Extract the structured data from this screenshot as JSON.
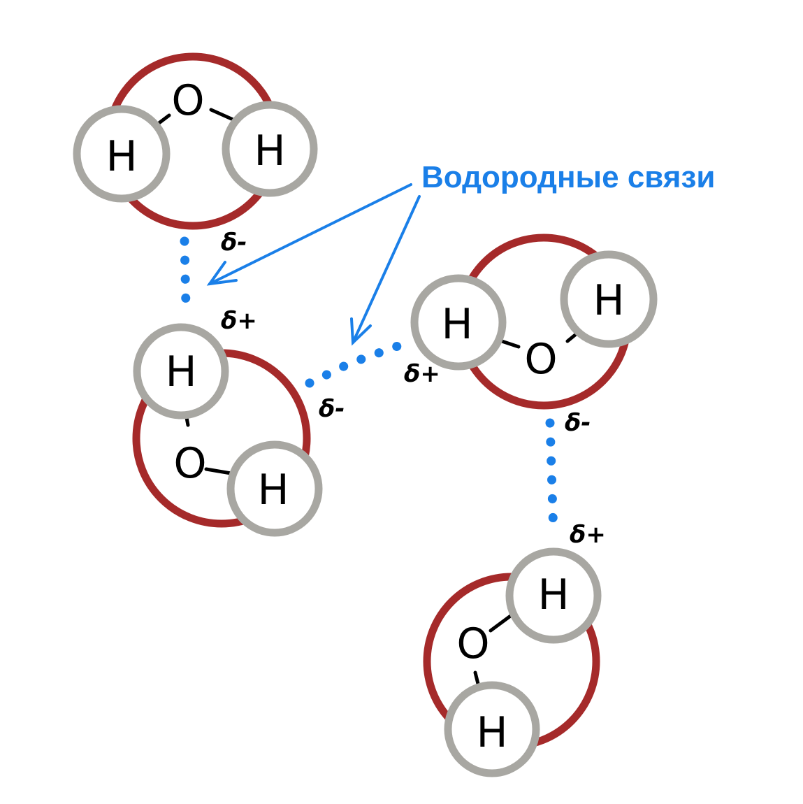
{
  "caption": "Водородные связи",
  "atoms": {
    "oxygen": "O",
    "hydrogen": "H"
  },
  "charges": {
    "negative": "δ-",
    "positive": "δ+"
  },
  "colors": {
    "oxygen_ring": "#a52a2a",
    "hydrogen_ring": "#a8a7a2",
    "hydrogen_bond": "#1a7fe8",
    "caption": "#1a7fe8",
    "bond": "#000000"
  }
}
